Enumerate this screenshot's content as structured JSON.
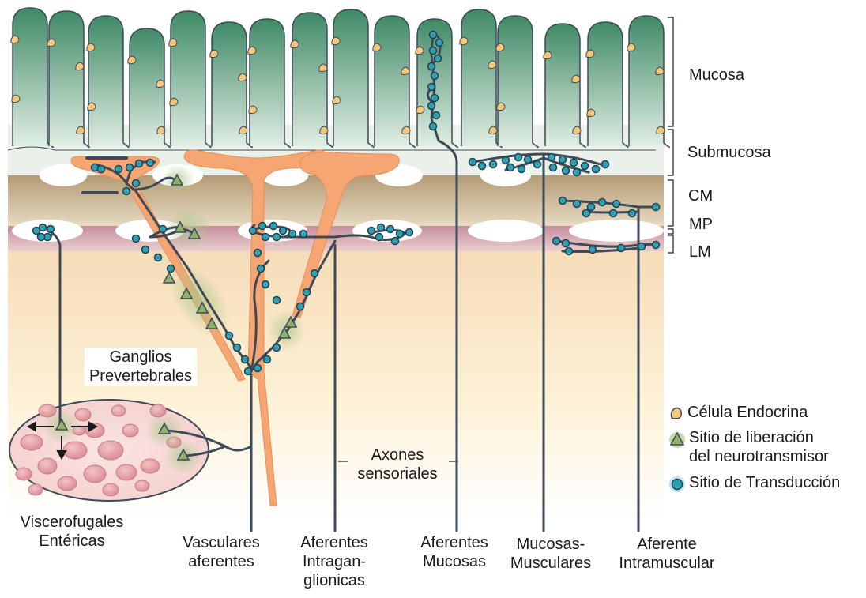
{
  "layers": {
    "mucosa": "Mucosa",
    "submucosa": "Submucosa",
    "cm": "CM",
    "mp": "MP",
    "lm": "LM"
  },
  "ganglia": {
    "line1": "Ganglios",
    "line2": "Prevertebrales"
  },
  "axons": {
    "line1": "Axones",
    "line2": "sensoriales"
  },
  "pathways": [
    {
      "line1": "Viscerofugales",
      "line2": "Entéricas",
      "line3": ""
    },
    {
      "line1": "Vasculares",
      "line2": "aferentes",
      "line3": ""
    },
    {
      "line1": "Aferentes",
      "line2": "Intragan-",
      "line3": "glionicas"
    },
    {
      "line1": "Aferentes",
      "line2": "Mucosas",
      "line3": ""
    },
    {
      "line1": "Mucosas-",
      "line2": "Musculares",
      "line3": ""
    },
    {
      "line1": "Aferente",
      "line2": "Intramuscular",
      "line3": ""
    }
  ],
  "legend": {
    "endocrine": "Célula Endocrina",
    "release_line1": "Sitio de liberación",
    "release_line2": "del neurotransmisor",
    "transduction": "Sitio de Transducción"
  },
  "colors": {
    "mucosa": "#5f9e80",
    "muscle": "#c9b48e",
    "myenteric_band": "#cf9aa8",
    "serosa": "#fae9c2",
    "afferent_branch": "#f5a673",
    "transduction_site": "#2fa0b4",
    "release_site": "#8fb26a",
    "nerve": "#3e4a57",
    "endocrine_cell": "#f6c77a"
  }
}
